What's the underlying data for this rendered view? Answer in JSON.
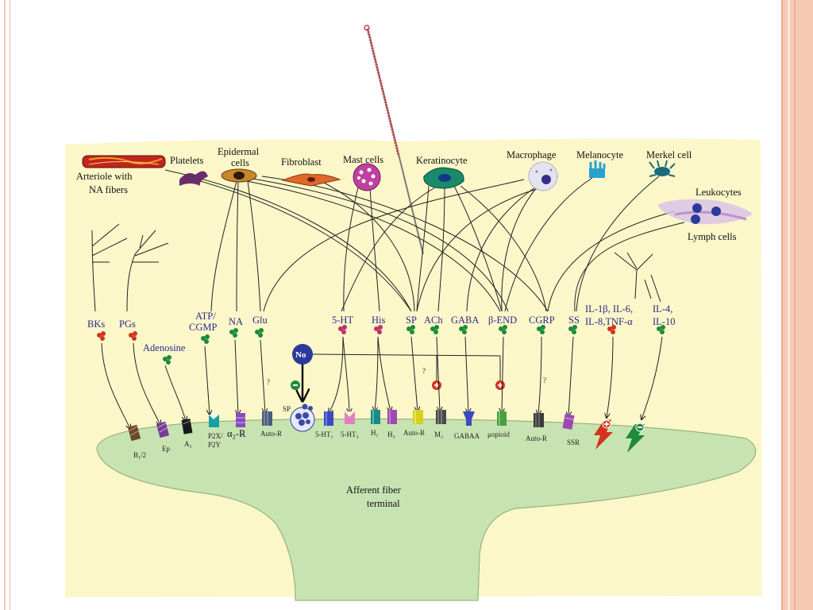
{
  "sources": {
    "arteriole": [
      "Arteriole with",
      "NA fibers"
    ],
    "platelets": "Platelets",
    "epidermal": [
      "Epidermal",
      "cells"
    ],
    "fibroblast": "Fibroblast",
    "mast": "Mast cells",
    "keratinocyte": "Keratinocyte",
    "macrophage": "Macrophage",
    "melanocyte": "Melanocyte",
    "merkel": "Merkel cell",
    "leukocytes": "Leukocytes",
    "lymph": "Lymph cells"
  },
  "mediators": {
    "bks": "BKs",
    "pgs": "PGs",
    "atp": [
      "ATP/",
      "CGMP"
    ],
    "adenosine": "Adenosine",
    "na": "NA",
    "glu": "Glu",
    "ht": "5-HT",
    "his": "His",
    "sp": "SP",
    "ach": "ACh",
    "gaba": "GABA",
    "bend": "β-END",
    "cgrp": "CGRP",
    "ss": "SS",
    "il_a": [
      "IL-1β, IL-6,",
      "IL-8,TNF-α"
    ],
    "il_b": [
      "IL-4,",
      "IL-10"
    ],
    "no": "No",
    "sp_vesicle": "SP",
    "question": "?"
  },
  "receptors": {
    "b": "B₁/2",
    "ep": "Ep",
    "a1": "A₁",
    "p2x": [
      "P2X/",
      "P2Y"
    ],
    "a2r": "α₂-R",
    "autor1": "Auto-R",
    "ht1": "5-HT₁",
    "ht3": "5-HT₃",
    "h1": "H₁",
    "h3": "H₃",
    "autor2": "Auto-R",
    "m2": "M₂",
    "gabaa": "GABAA",
    "mopioid": "μopioid",
    "autor3": "Auto-R",
    "ssr": "SSR"
  },
  "terminal": [
    "Afferent fiber",
    "terminal"
  ],
  "colors": {
    "background": "#fbf7c9",
    "terminal": "#c8e3b2",
    "mediator_text": "#2a2a8a",
    "slide_frame": "#f6c9b3"
  }
}
